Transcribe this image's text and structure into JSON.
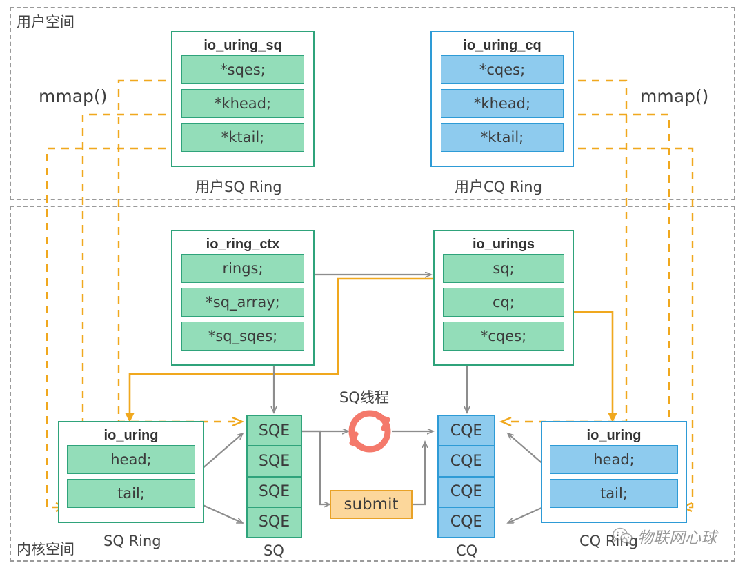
{
  "regions": {
    "user": {
      "label": "用户空间"
    },
    "kernel": {
      "label": "内核空间"
    }
  },
  "labels": {
    "mmap_left": "mmap()",
    "mmap_right": "mmap()",
    "user_sq_ring": "用户SQ Ring",
    "user_cq_ring": "用户CQ Ring",
    "sq_ring": "SQ Ring",
    "cq_ring": "CQ Ring",
    "sq": "SQ",
    "cq": "CQ",
    "sq_thread": "SQ线程"
  },
  "structs": {
    "io_uring_sq": {
      "title": "io_uring_sq",
      "fields": [
        "*sqes;",
        "*khead;",
        "*ktail;"
      ]
    },
    "io_uring_cq": {
      "title": "io_uring_cq",
      "fields": [
        "*cqes;",
        "*khead;",
        "*ktail;"
      ]
    },
    "io_ring_ctx": {
      "title": "io_ring_ctx",
      "fields": [
        "rings;",
        "*sq_array;",
        "*sq_sqes;"
      ]
    },
    "io_urings": {
      "title": "io_urings",
      "fields": [
        "sq;",
        "cq;",
        "*cqes;"
      ]
    },
    "io_uring_sq_kernel": {
      "title": "io_uring",
      "fields": [
        "head;",
        "tail;"
      ]
    },
    "io_uring_cq_kernel": {
      "title": "io_uring",
      "fields": [
        "head;",
        "tail;"
      ]
    }
  },
  "stacks": {
    "sq": {
      "cells": [
        "SQE",
        "SQE",
        "SQE",
        "SQE"
      ]
    },
    "cq": {
      "cells": [
        "CQE",
        "CQE",
        "CQE",
        "CQE"
      ]
    }
  },
  "submit": {
    "label": "submit"
  },
  "watermark": {
    "text": "物联网心球"
  },
  "colors": {
    "green_border": "#2fa37b",
    "green_fill": "#93ddb9",
    "blue_border": "#2e9bd6",
    "blue_fill": "#8ecbee",
    "orange": "#f0a81e",
    "orange_fill": "#fcd79b",
    "gray_arrow": "#8d8d8d",
    "region_dash": "#9a9a9a",
    "sq_thread_red": "#f4796b"
  }
}
